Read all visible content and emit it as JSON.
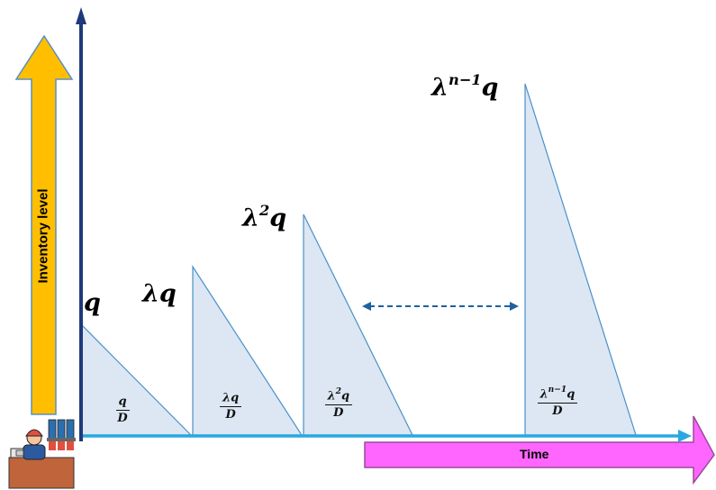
{
  "colors": {
    "triangle_fill": "#dce7f3",
    "triangle_stroke": "#4a90c8",
    "time_axis": "#29a8e0",
    "inventory_axis": "#1f3a7a",
    "inventory_arrow_fill": "#ffbf00",
    "inventory_arrow_stroke": "#5a8fc0",
    "time_arrow_fill": "#ff66ff",
    "time_arrow_stroke": "#9a4a9a",
    "dashed_arrow": "#2060a0"
  },
  "inventory_label": "Inventory level",
  "time_label": "Time",
  "peaks": [
    {
      "label_base": "q",
      "label_sup": "",
      "label_tail": "",
      "frac_num_base": "q",
      "frac_num_sup": "",
      "frac_num_tail": "",
      "frac_den": "D"
    },
    {
      "label_base": "λq",
      "label_sup": "",
      "label_tail": "",
      "frac_num_base": "λq",
      "frac_num_sup": "",
      "frac_num_tail": "",
      "frac_den": "D"
    },
    {
      "label_base": "λ",
      "label_sup": "2",
      "label_tail": "q",
      "frac_num_base": "λ",
      "frac_num_sup": "2",
      "frac_num_tail": "q",
      "frac_den": "D"
    },
    {
      "label_base": "λ",
      "label_sup": "n−1",
      "label_tail": "q",
      "frac_num_base": "λ",
      "frac_num_sup": "n−1",
      "frac_num_tail": "q",
      "frac_den": "D"
    }
  ],
  "icons": [
    "factory-worker-icon"
  ]
}
